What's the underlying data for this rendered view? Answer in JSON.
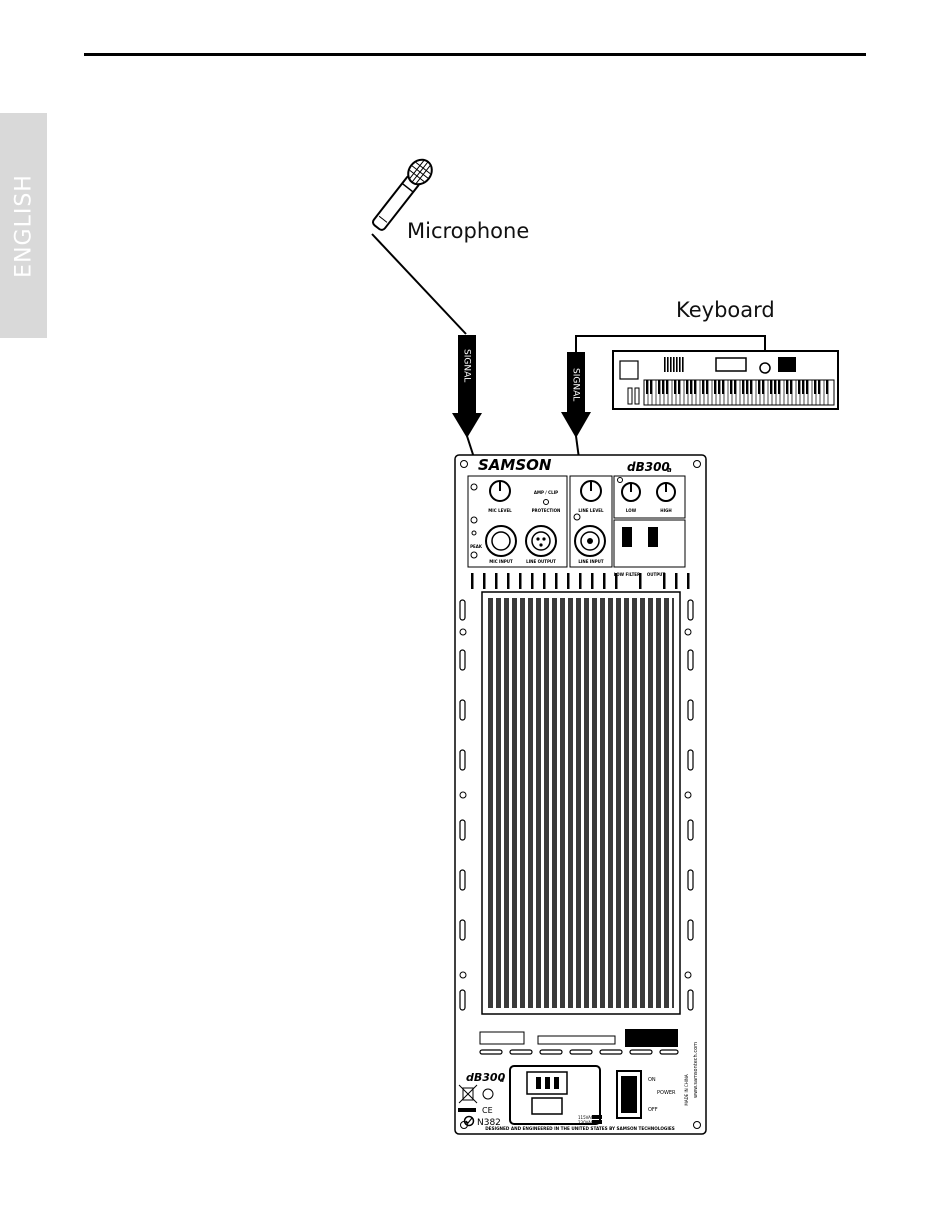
{
  "side_tab": {
    "label": "ENGLISH"
  },
  "labels": {
    "microphone": "Microphone",
    "keyboard": "Keyboard"
  },
  "signal_labels": [
    "SIGNAL",
    "SIGNAL"
  ],
  "panel": {
    "brand": "SAMSON",
    "model": "dB300",
    "model_suffix": "a",
    "controls": {
      "mic_level": "MIC LEVEL",
      "amp_clip": "AMP / CLIP",
      "protection": "PROTECTION",
      "peak": "PEAK",
      "mic_input": "MIC INPUT",
      "line_output": "LINE OUTPUT",
      "line_level": "LINE LEVEL",
      "line_input": "LINE INPUT",
      "low": "LOW",
      "high": "HIGH",
      "low_filter": "LOW FILTER",
      "output": "OUTPUT"
    },
    "website": "www.samsontech.com",
    "power": {
      "on": "ON",
      "label": "POWER",
      "off": "OFF"
    },
    "model_code": "N382",
    "voltage_1": "115VAC",
    "voltage_2": "230VAC",
    "footer": "DESIGNED AND ENGINEERED IN THE UNITED STATES BY SAMSON TECHNOLOGIES",
    "ce_mark": "CE",
    "made_in": "MADE IN CHINA"
  }
}
